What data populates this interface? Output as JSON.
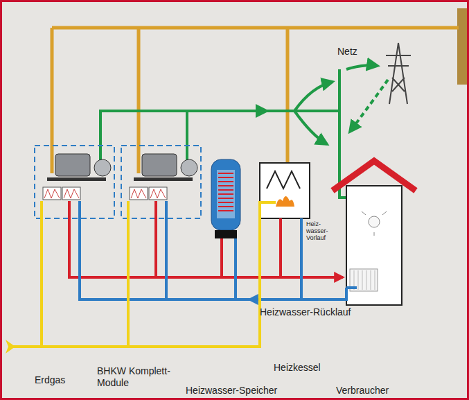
{
  "diagram": {
    "labels": [
      "Netz",
      "Heiz- wasser- Vorlauf",
      "Heizwasser-Rücklauf",
      "Erdgas",
      "BHKW Komplett- Module",
      "Heizkessel",
      "Heizwasser-Speicher",
      "Verbraucher"
    ]
  }
}
